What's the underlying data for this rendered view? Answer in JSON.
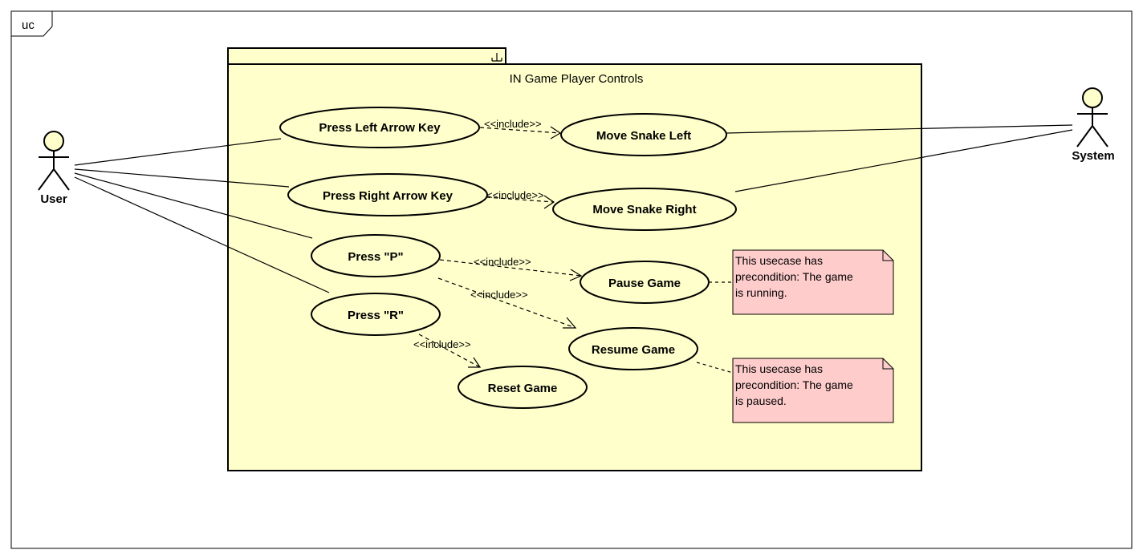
{
  "frame": {
    "label": "uc"
  },
  "package": {
    "title": "IN Game Player Controls"
  },
  "actors": [
    {
      "id": "user",
      "label": "User"
    },
    {
      "id": "system",
      "label": "System"
    }
  ],
  "use_cases": [
    {
      "id": "press-left",
      "label": "Press Left Arrow Key"
    },
    {
      "id": "move-left",
      "label": "Move Snake Left"
    },
    {
      "id": "press-right",
      "label": "Press Right Arrow Key"
    },
    {
      "id": "move-right",
      "label": "Move Snake Right"
    },
    {
      "id": "press-p",
      "label": "Press \"P\""
    },
    {
      "id": "pause",
      "label": "Pause Game"
    },
    {
      "id": "press-r",
      "label": "Press \"R\""
    },
    {
      "id": "resume",
      "label": "Resume Game"
    },
    {
      "id": "reset",
      "label": "Reset Game"
    }
  ],
  "include_labels": [
    {
      "from": "press-left",
      "to": "move-left",
      "label": "<<include>>"
    },
    {
      "from": "press-right",
      "to": "move-right",
      "label": "<<include>>"
    },
    {
      "from": "press-p",
      "to": "pause",
      "label": "<<include>>"
    },
    {
      "from": "press-p",
      "to": "resume",
      "label": "<<include>>"
    },
    {
      "from": "press-r",
      "to": "reset",
      "label": "<<include>>"
    }
  ],
  "notes": [
    {
      "id": "note-pause",
      "attached_to": "pause",
      "lines": [
        "This usecase has",
        "precondition: The game",
        "is running."
      ]
    },
    {
      "id": "note-resume",
      "attached_to": "resume",
      "lines": [
        "This usecase has",
        "precondition: The game",
        "is paused."
      ]
    }
  ],
  "colors": {
    "package_fill": "#ffffcc",
    "usecase_fill": "#ffffcc",
    "actor_head_fill": "#ffffcc",
    "note_fill": "#ffcccc",
    "line": "#000000"
  }
}
